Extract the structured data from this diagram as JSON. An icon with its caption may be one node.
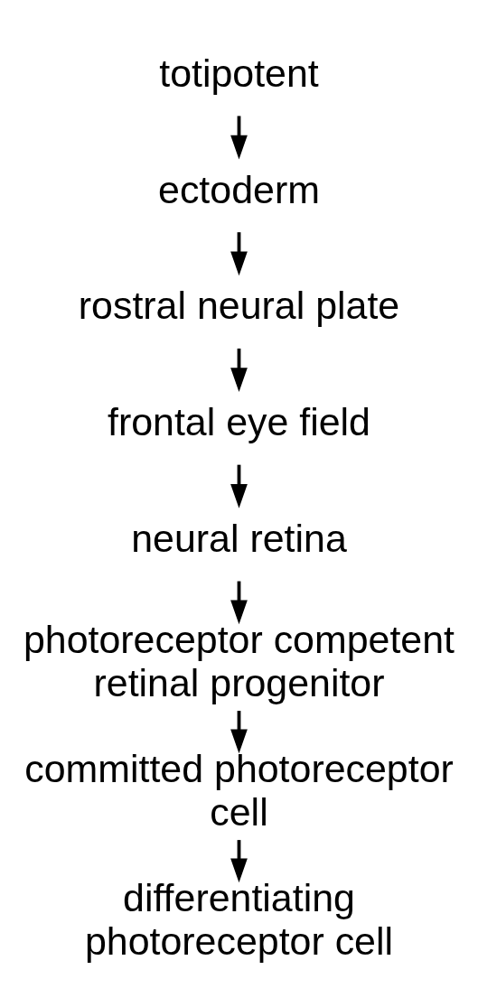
{
  "diagram": {
    "nodes": [
      {
        "text": [
          "totipotent"
        ]
      },
      {
        "text": [
          "ectoderm"
        ]
      },
      {
        "text": [
          "rostral neural plate"
        ]
      },
      {
        "text": [
          "frontal eye field"
        ]
      },
      {
        "text": [
          "neural retina"
        ]
      },
      {
        "text": [
          "photoreceptor competent retinal progenitor"
        ]
      },
      {
        "text": [
          "committed photoreceptor cell"
        ]
      },
      {
        "text": [
          "differentiating photoreceptor cell"
        ]
      }
    ],
    "edges": [
      {
        "from": 0,
        "to": 1,
        "arrow": "to"
      },
      {
        "from": 1,
        "to": 2,
        "arrow": "to"
      },
      {
        "from": 2,
        "to": 3,
        "arrow": "to"
      },
      {
        "from": 3,
        "to": 4,
        "arrow": "to"
      },
      {
        "from": 4,
        "to": 5,
        "arrow": "to"
      },
      {
        "from": 5,
        "to": 6,
        "arrow": "to"
      },
      {
        "from": 6,
        "to": 7,
        "arrow": "to"
      }
    ]
  }
}
